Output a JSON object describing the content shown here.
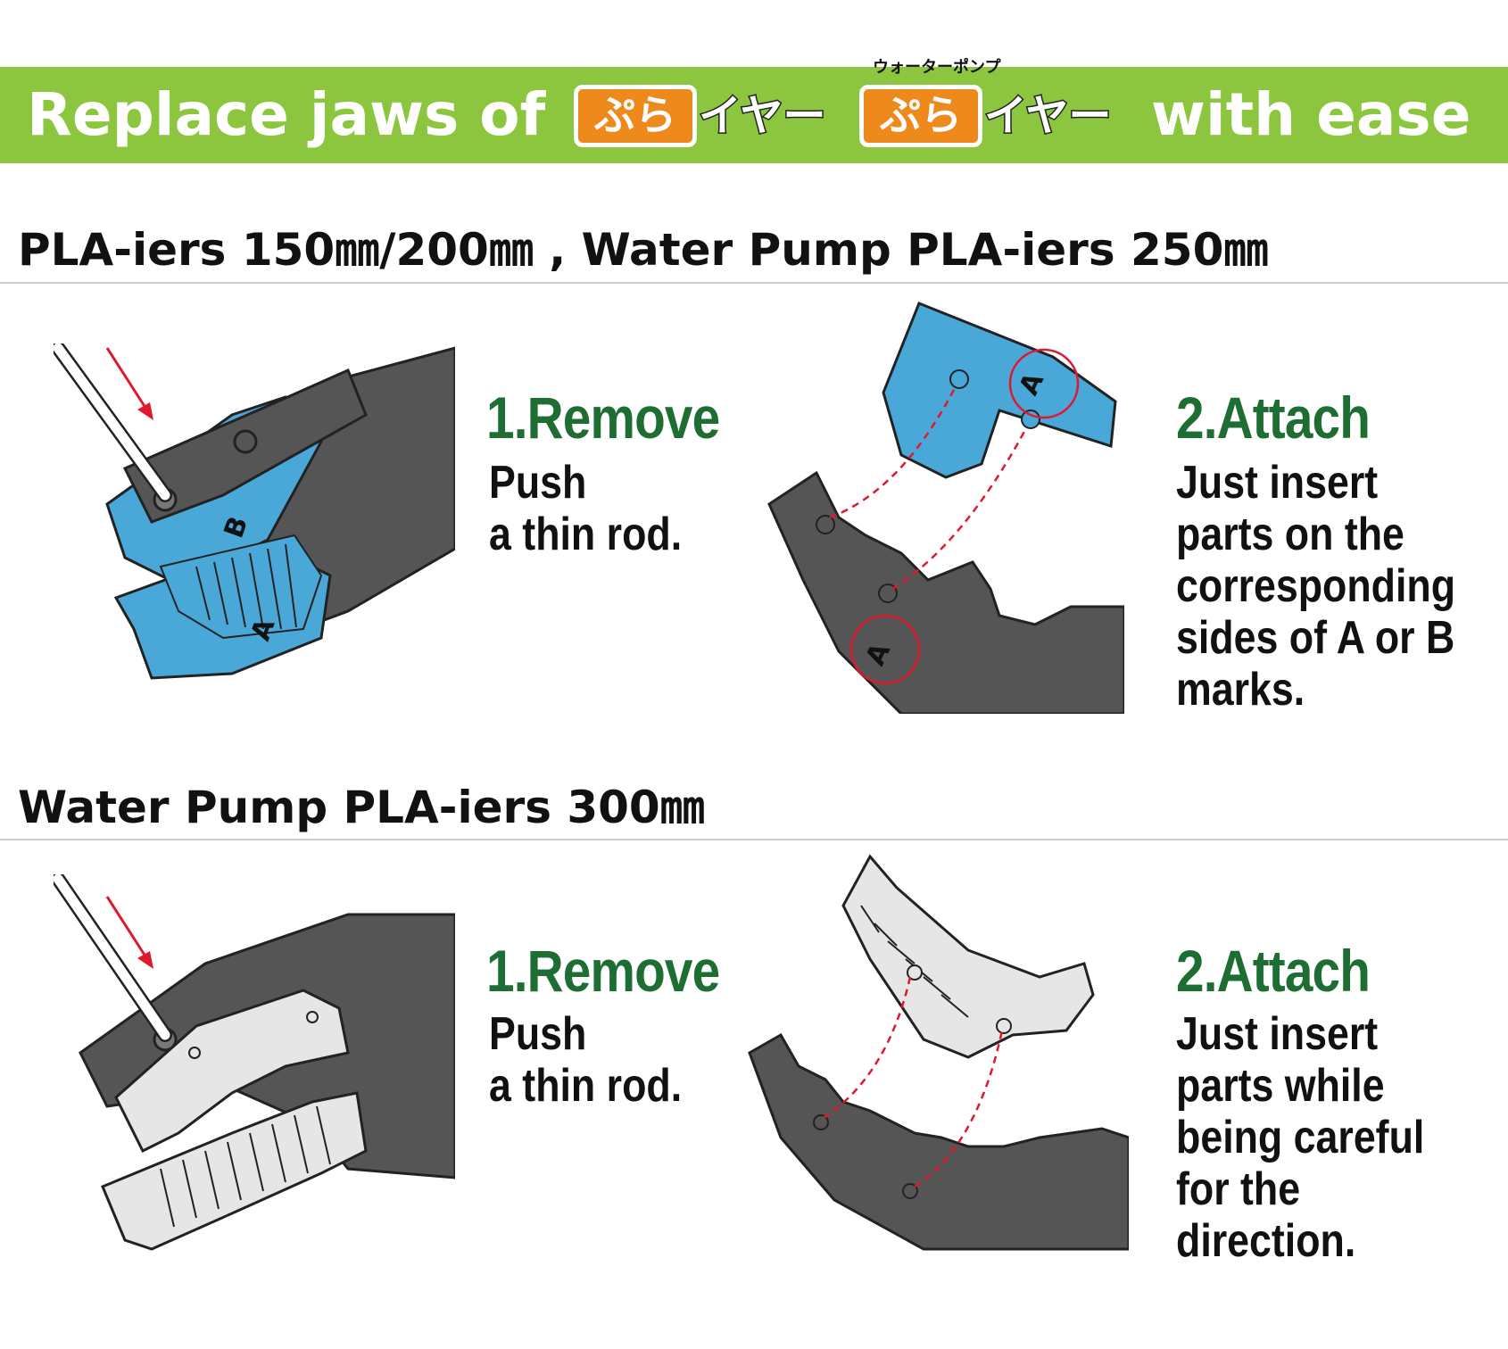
{
  "banner": {
    "prefix": "Replace jaws of",
    "logo_pura": "ぷら",
    "logo_iya": "イヤー",
    "logo2_ruby": "ウォーターポンプ",
    "suffix": "with ease",
    "color": "#8cc63e",
    "logo_color": "#ee8a1c"
  },
  "section1": {
    "title": "PLA-iers 150㎜/200㎜ , Water Pump PLA-iers 250㎜",
    "remove_title": "1.Remove",
    "remove_body": [
      "Push",
      "a thin rod."
    ],
    "attach_title": "2.Attach",
    "attach_body": [
      "Just insert",
      "parts on the",
      "corresponding",
      "sides of A or B",
      "marks."
    ],
    "mark_a": "A",
    "mark_b": "B"
  },
  "section2": {
    "title": "Water Pump PLA-iers 300㎜",
    "remove_title": "1.Remove",
    "remove_body": [
      "Push",
      "a thin rod."
    ],
    "attach_title": "2.Attach",
    "attach_body": [
      "Just insert",
      "parts while",
      "being careful",
      "for the",
      "direction."
    ]
  },
  "colors": {
    "step_title": "#1e6e34",
    "jaw_blue": "#4aa8d8",
    "jaw_gray": "#e6e6e6",
    "body_dark": "#555555",
    "arrow_red": "#e0182d"
  }
}
